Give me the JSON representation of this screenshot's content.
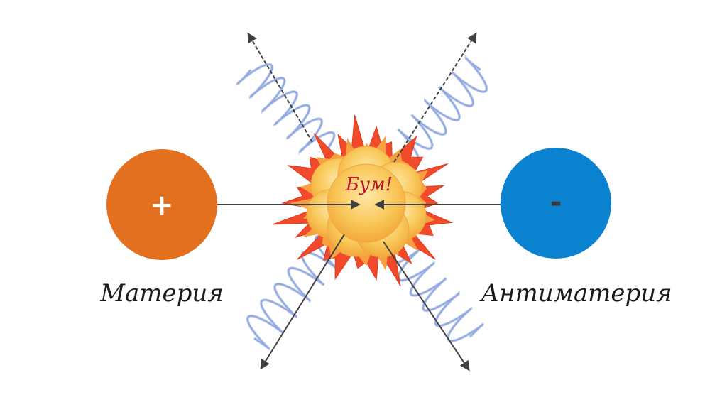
{
  "diagram": {
    "explosion_label": "Бум!",
    "matter": {
      "sign": "+",
      "label": "Материя",
      "color": "#E2701F"
    },
    "antimatter": {
      "sign": "-",
      "label": "Антиматерия",
      "color": "#0A82D0"
    },
    "colors": {
      "wave": "#8FA8E0",
      "wave_dark": "#5C7CC8",
      "arrow": "#404040",
      "burst_outer": "#F04A2A",
      "burst_inner": "#F8B040",
      "cloud": "#F9C85A",
      "cloud_highlight": "#FDE9A8",
      "explosion_text": "#C0102A",
      "label_text": "#1A1A1A"
    }
  }
}
